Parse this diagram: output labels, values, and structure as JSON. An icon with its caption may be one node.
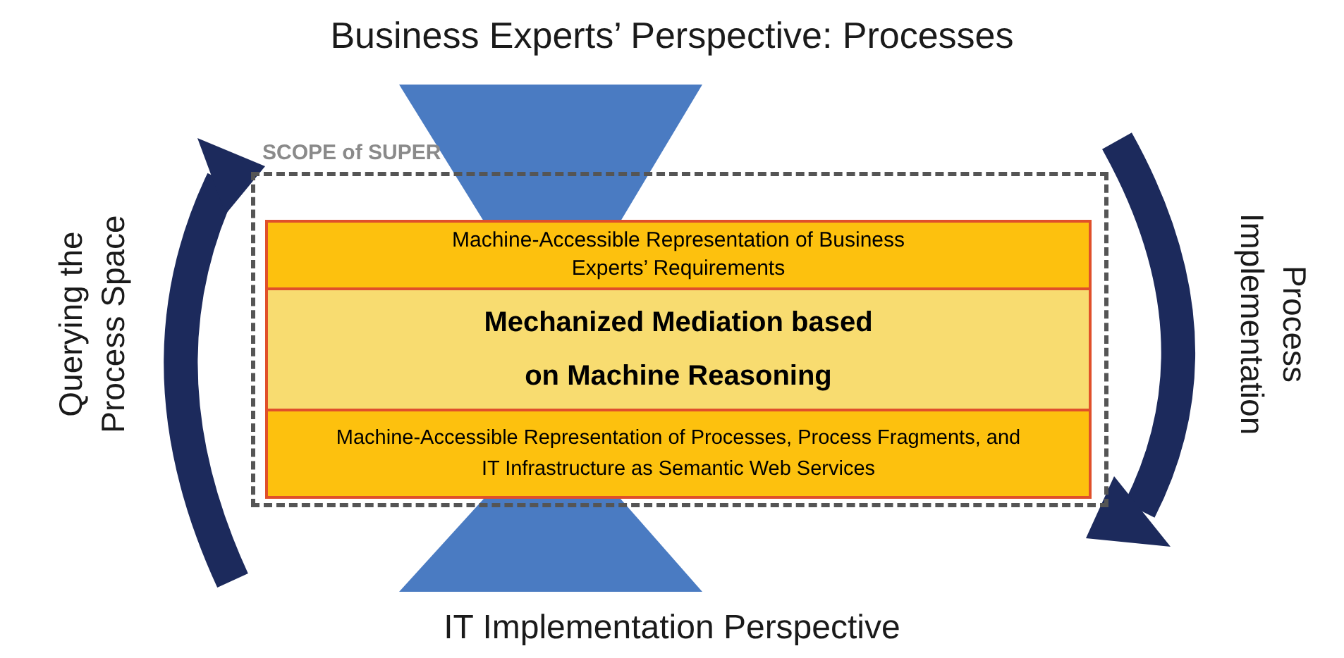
{
  "diagram": {
    "nodes": [
      {
        "text": [
          "SCOPE of SUPER"
        ]
      },
      {
        "text": [
          "Machine-Accessible Representation of Business Experts’ Requirements"
        ],
        "in": 0
      },
      {
        "text": [
          "Mechanized Mediation based on Machine Reasoning"
        ],
        "in": 0
      },
      {
        "text": [
          "Machine-Accessible Representation of Processes, Process Fragments, and IT Infrastructure as Semantic Web Services"
        ],
        "in": 0
      },
      {
        "text": [],
        "shape": "trapezoid"
      },
      {
        "text": [],
        "shape": "trapezoid"
      }
    ],
    "edges": [],
    "labels": [
      "Business Experts’ Perspective: Processes",
      "Querying the Process Space",
      "Process Implementation",
      "IT Implementation Perspective"
    ]
  }
}
